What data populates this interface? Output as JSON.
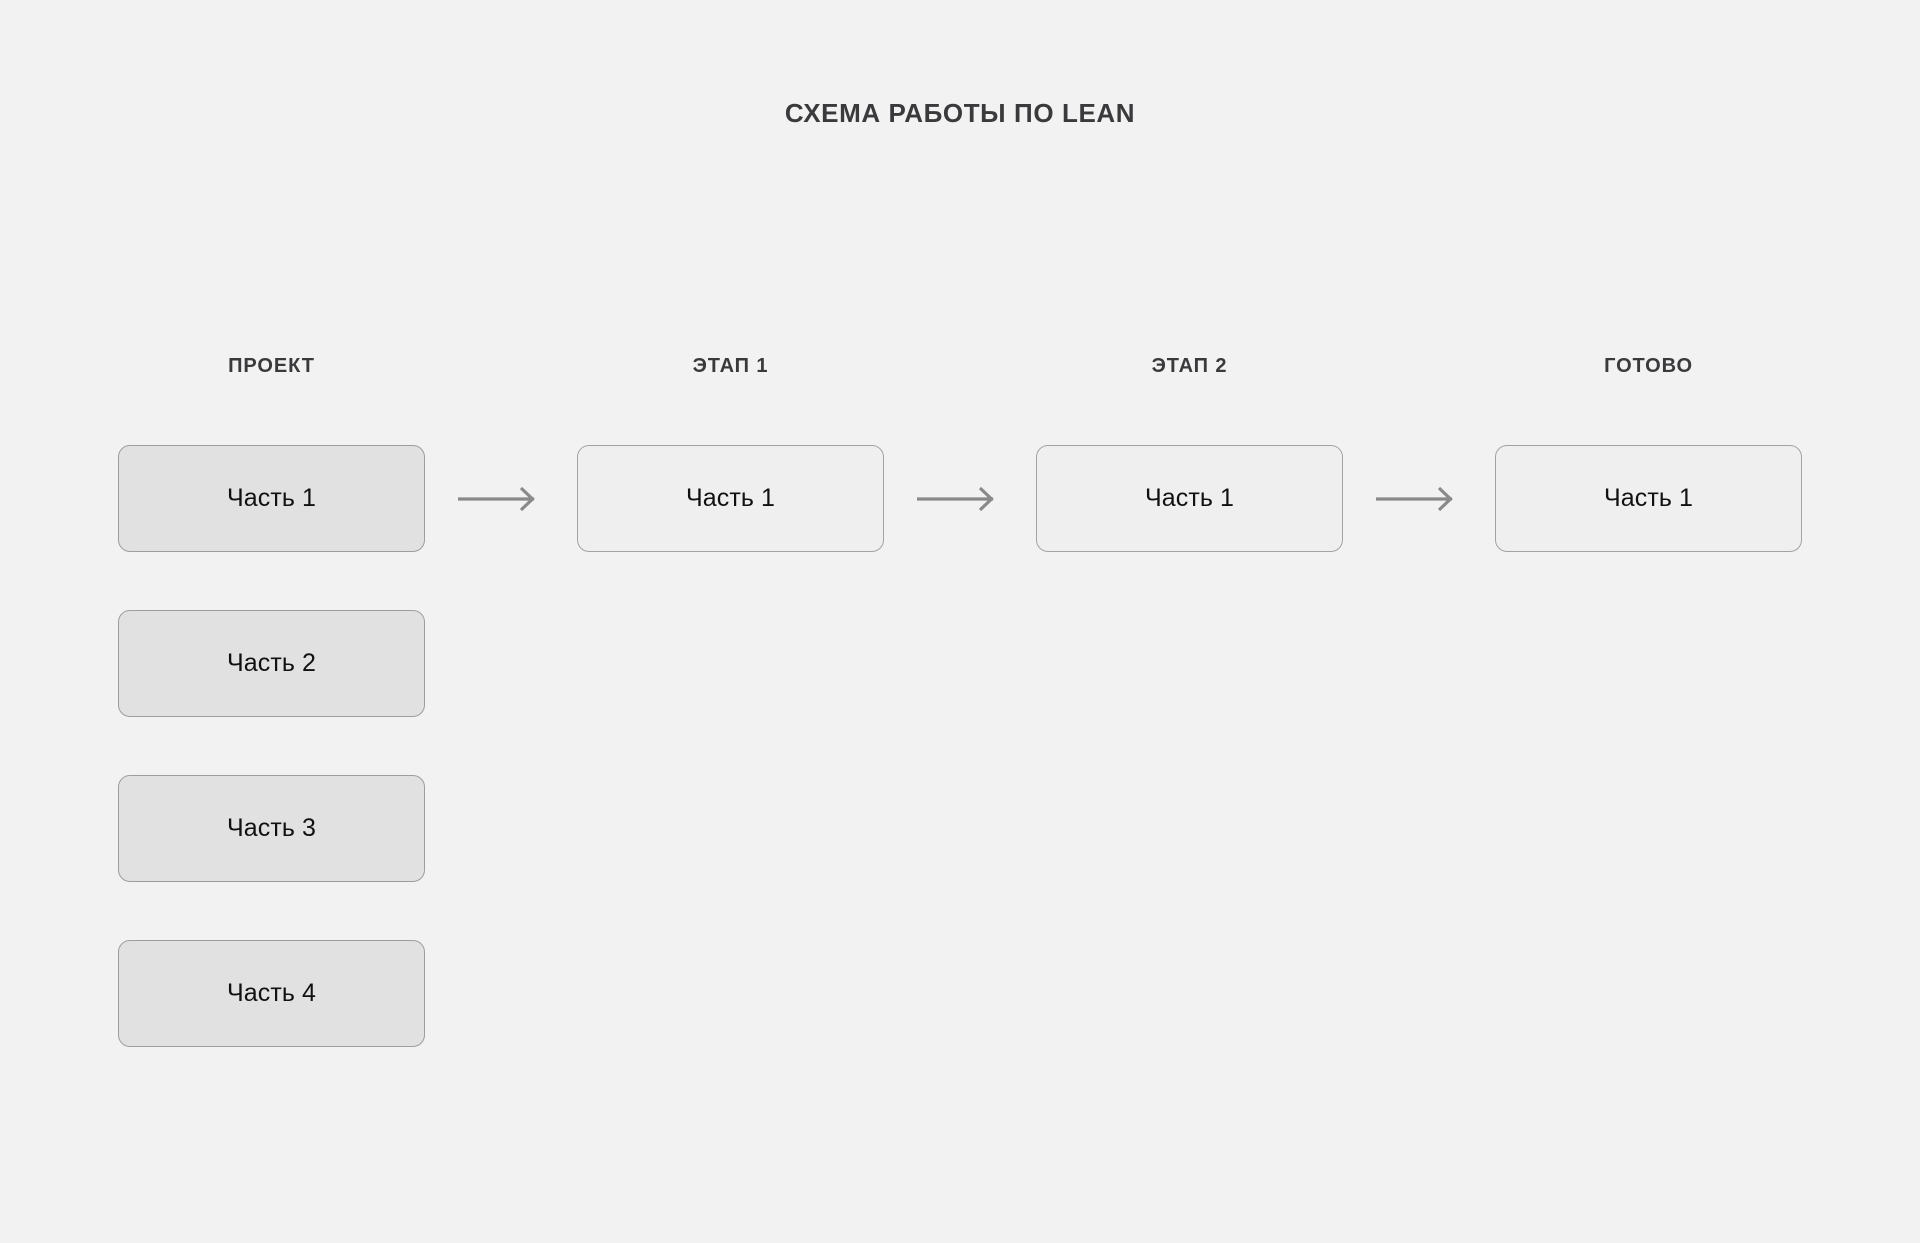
{
  "title": "СХЕМА РАБОТЫ ПО LEAN",
  "colors": {
    "background": "#f2f2f3",
    "title_text": "#3a3a3c",
    "card_text": "#111113",
    "card_fill_project": "#e1e1e1",
    "card_fill_stage": "#efefef",
    "card_border": "#a3a3a3",
    "arrow": "#8a8a8a"
  },
  "columns": [
    {
      "header": "ПРОЕКТ",
      "tone": "dark",
      "cards": [
        {
          "label": "Часть 1"
        },
        {
          "label": "Часть 2"
        },
        {
          "label": "Часть 3"
        },
        {
          "label": "Часть 4"
        }
      ]
    },
    {
      "header": "ЭТАП 1",
      "tone": "light",
      "cards": [
        {
          "label": "Часть 1"
        }
      ]
    },
    {
      "header": "ЭТАП 2",
      "tone": "light",
      "cards": [
        {
          "label": "Часть 1"
        }
      ]
    },
    {
      "header": "ГОТОВО",
      "tone": "light",
      "cards": [
        {
          "label": "Часть 1"
        }
      ]
    }
  ],
  "connectors": [
    {
      "icon": "arrow-right-icon",
      "from": "ПРОЕКТ",
      "to": "ЭТАП 1"
    },
    {
      "icon": "arrow-right-icon",
      "from": "ЭТАП 1",
      "to": "ЭТАП 2"
    },
    {
      "icon": "arrow-right-icon",
      "from": "ЭТАП 2",
      "to": "ГОТОВО"
    }
  ]
}
